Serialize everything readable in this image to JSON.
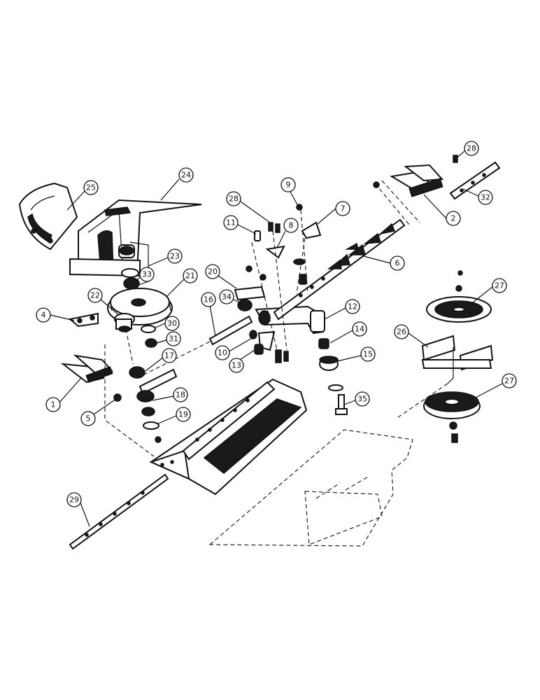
{
  "diagram": {
    "callouts": [
      "1",
      "2",
      "4",
      "5",
      "6",
      "7",
      "8",
      "9",
      "10",
      "11",
      "12",
      "13",
      "14",
      "15",
      "16",
      "17",
      "18",
      "19",
      "20",
      "21",
      "22",
      "23",
      "24",
      "25",
      "26",
      "27",
      "27",
      "28",
      "28",
      "29",
      "30",
      "31",
      "32",
      "33",
      "34",
      "35"
    ]
  }
}
